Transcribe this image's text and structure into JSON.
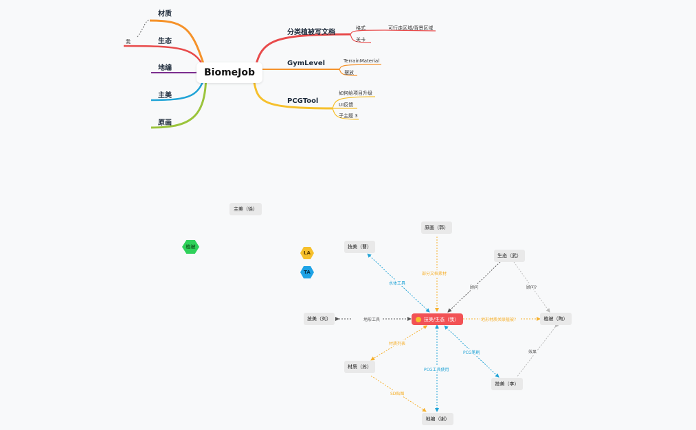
{
  "mindmap": {
    "root": "BiomeJob",
    "left_branches": [
      {
        "label": "材质",
        "color": "#f5922a"
      },
      {
        "label": "生态",
        "color": "#e84b4b"
      },
      {
        "label": "地编",
        "color": "#7b2d8e"
      },
      {
        "label": "主美",
        "color": "#1fa3d6"
      },
      {
        "label": "原画",
        "color": "#9bc43c"
      }
    ],
    "me_label": "我",
    "right_branches": [
      {
        "label": "分类植被写文档",
        "color": "#e84b4b",
        "children": [
          "格式",
          "关卡"
        ],
        "grandchild": "可行走区域/背景区域"
      },
      {
        "label": "GymLevel",
        "color": "#f5922a",
        "children": [
          "TerrainMaterial",
          "摆放"
        ]
      },
      {
        "label": "PCGTool",
        "color": "#f6c02c",
        "children": [
          "如何给项目升级",
          "UI反馈",
          "子主题 3"
        ]
      }
    ]
  },
  "floating": {
    "zhumei_xu": "主美（徐）",
    "zhibei_hex": "植被",
    "la": "LA",
    "ta": "TA"
  },
  "graph": {
    "center": "技美/生态（我）",
    "nodes": {
      "yuanhua": "原画（郭）",
      "jimei_cao": "技美（曹）",
      "shengtai": "生态（武）",
      "jimei_liu": "技美（刘）",
      "zhibei_tao": "植被（陶）",
      "caizhi": "材质（苏）",
      "jimei_li": "技美（李）",
      "dibian": "地编（谢）"
    },
    "edge_labels": {
      "shuiti": "水体工具",
      "bufen": "部分文档素材",
      "guwen": "顾问",
      "guwen2": "顾问?",
      "dixing": "地形工具",
      "dixing_caizhi": "地形材质关联植被?",
      "caizhi_list": "材质列表",
      "pcg_bianji": "PCG笔刷",
      "pcg_use": "PCG工具使用",
      "xiaoguo": "效果",
      "sd": "SD贴图"
    }
  },
  "colors": {
    "blue": "#1fa3d6",
    "orange": "#f6b02c",
    "dark": "#555555",
    "light": "#c8c8c8",
    "center": "#f25255",
    "green": "#2fd15a",
    "la": "#f6c02c",
    "ta": "#1fa3e6"
  }
}
